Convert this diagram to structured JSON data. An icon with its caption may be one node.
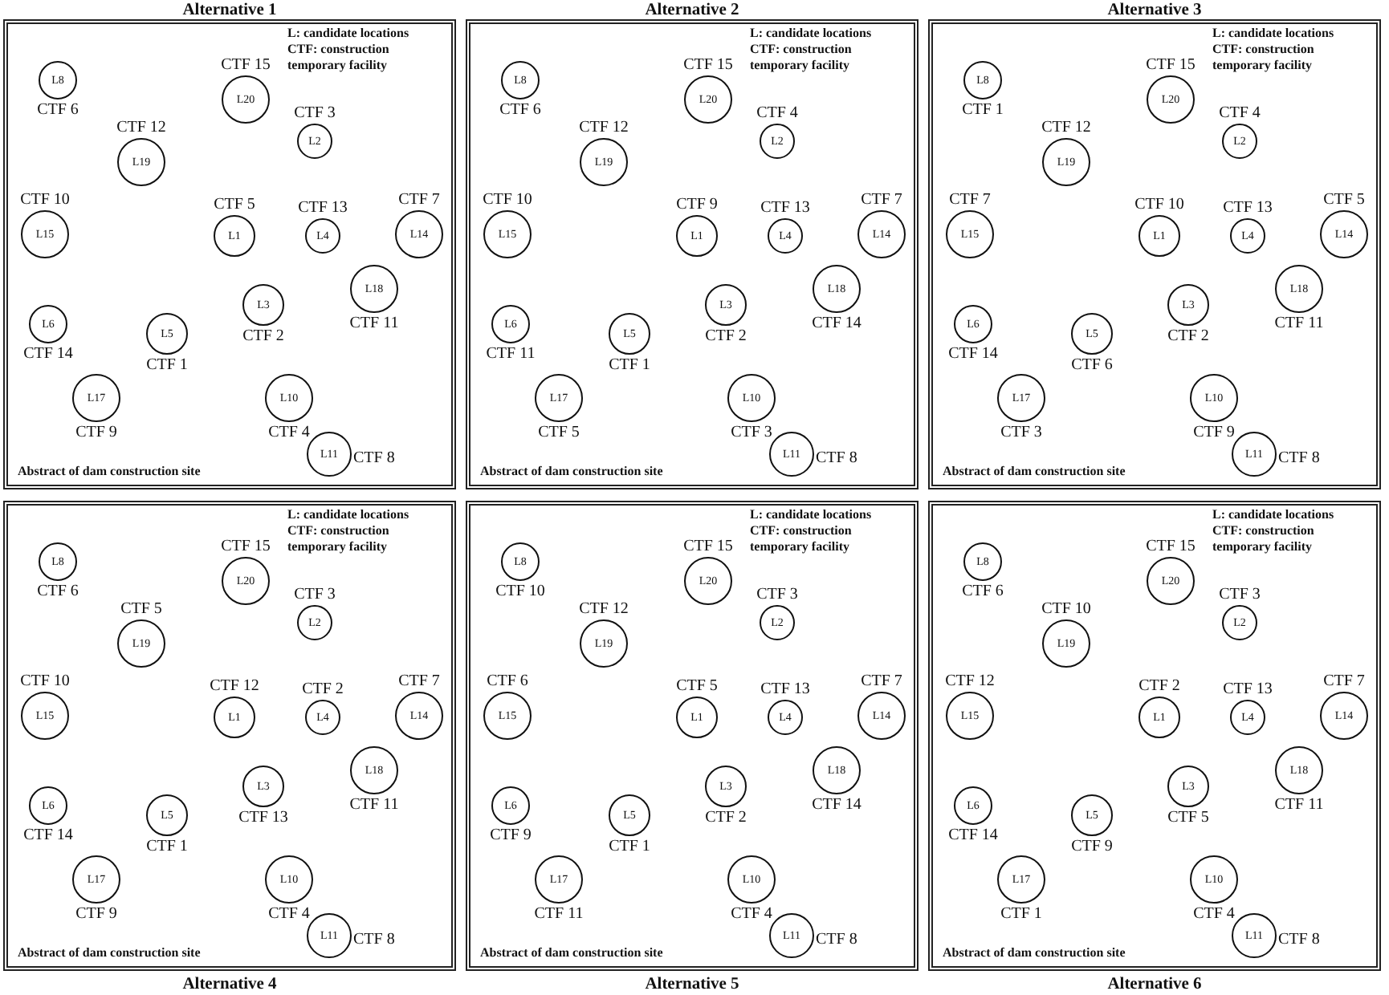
{
  "diagram": {
    "nodes": [
      {
        "text": [
          "Alternative 1",
          "L: candidate locations",
          "CTF: construction temporary facility",
          "Abstract of dam construction site"
        ]
      },
      {
        "text": [
          "L8"
        ],
        "beside": [
          "CTF 6"
        ],
        "in": 0
      },
      {
        "text": [
          "L20"
        ],
        "beside": [
          "CTF 15"
        ],
        "in": 0
      },
      {
        "text": [
          "L2"
        ],
        "beside": [
          "CTF 3"
        ],
        "in": 0
      },
      {
        "text": [
          "L19"
        ],
        "beside": [
          "CTF 12"
        ],
        "in": 0
      },
      {
        "text": [
          "L15"
        ],
        "beside": [
          "CTF 10"
        ],
        "in": 0
      },
      {
        "text": [
          "L1"
        ],
        "beside": [
          "CTF 5"
        ],
        "in": 0
      },
      {
        "text": [
          "L4"
        ],
        "beside": [
          "CTF 13"
        ],
        "in": 0
      },
      {
        "text": [
          "L14"
        ],
        "beside": [
          "CTF 7"
        ],
        "in": 0
      },
      {
        "text": [
          "L18"
        ],
        "beside": [
          "CTF 11"
        ],
        "in": 0
      },
      {
        "text": [
          "L3"
        ],
        "beside": [
          "CTF 2"
        ],
        "in": 0
      },
      {
        "text": [
          "L6"
        ],
        "beside": [
          "CTF 14"
        ],
        "in": 0
      },
      {
        "text": [
          "L5"
        ],
        "beside": [
          "CTF 1"
        ],
        "in": 0
      },
      {
        "text": [
          "L17"
        ],
        "beside": [
          "CTF 9"
        ],
        "in": 0
      },
      {
        "text": [
          "L10"
        ],
        "beside": [
          "CTF 4"
        ],
        "in": 0
      },
      {
        "text": [
          "L11"
        ],
        "beside": [
          "CTF 8"
        ],
        "in": 0
      },
      {
        "text": [
          "Alternative 2",
          "L: candidate locations",
          "CTF: construction temporary facility",
          "Abstract of dam construction site"
        ]
      },
      {
        "text": [
          "L8"
        ],
        "beside": [
          "CTF 6"
        ],
        "in": 16
      },
      {
        "text": [
          "L20"
        ],
        "beside": [
          "CTF 15"
        ],
        "in": 16
      },
      {
        "text": [
          "L2"
        ],
        "beside": [
          "CTF 4"
        ],
        "in": 16
      },
      {
        "text": [
          "L19"
        ],
        "beside": [
          "CTF 12"
        ],
        "in": 16
      },
      {
        "text": [
          "L15"
        ],
        "beside": [
          "CTF 10"
        ],
        "in": 16
      },
      {
        "text": [
          "L1"
        ],
        "beside": [
          "CTF 9"
        ],
        "in": 16
      },
      {
        "text": [
          "L4"
        ],
        "beside": [
          "CTF 13"
        ],
        "in": 16
      },
      {
        "text": [
          "L14"
        ],
        "beside": [
          "CTF 7"
        ],
        "in": 16
      },
      {
        "text": [
          "L18"
        ],
        "beside": [
          "CTF 14"
        ],
        "in": 16
      },
      {
        "text": [
          "L3"
        ],
        "beside": [
          "CTF 2"
        ],
        "in": 16
      },
      {
        "text": [
          "L6"
        ],
        "beside": [
          "CTF 11"
        ],
        "in": 16
      },
      {
        "text": [
          "L5"
        ],
        "beside": [
          "CTF 1"
        ],
        "in": 16
      },
      {
        "text": [
          "L17"
        ],
        "beside": [
          "CTF 5"
        ],
        "in": 16
      },
      {
        "text": [
          "L10"
        ],
        "beside": [
          "CTF 3"
        ],
        "in": 16
      },
      {
        "text": [
          "L11"
        ],
        "beside": [
          "CTF 8"
        ],
        "in": 16
      },
      {
        "text": [
          "Alternative 3",
          "L: candidate locations",
          "CTF: construction temporary facility",
          "Abstract of dam construction site"
        ]
      },
      {
        "text": [
          "L8"
        ],
        "beside": [
          "CTF 1"
        ],
        "in": 32
      },
      {
        "text": [
          "L20"
        ],
        "beside": [
          "CTF 15"
        ],
        "in": 32
      },
      {
        "text": [
          "L2"
        ],
        "beside": [
          "CTF 4"
        ],
        "in": 32
      },
      {
        "text": [
          "L19"
        ],
        "beside": [
          "CTF 12"
        ],
        "in": 32
      },
      {
        "text": [
          "L15"
        ],
        "beside": [
          "CTF 7"
        ],
        "in": 32
      },
      {
        "text": [
          "L1"
        ],
        "beside": [
          "CTF 10"
        ],
        "in": 32
      },
      {
        "text": [
          "L4"
        ],
        "beside": [
          "CTF 13"
        ],
        "in": 32
      },
      {
        "text": [
          "L14"
        ],
        "beside": [
          "CTF 5"
        ],
        "in": 32
      },
      {
        "text": [
          "L18"
        ],
        "beside": [
          "CTF 11"
        ],
        "in": 32
      },
      {
        "text": [
          "L3"
        ],
        "beside": [
          "CTF 2"
        ],
        "in": 32
      },
      {
        "text": [
          "L6"
        ],
        "beside": [
          "CTF 14"
        ],
        "in": 32
      },
      {
        "text": [
          "L5"
        ],
        "beside": [
          "CTF 6"
        ],
        "in": 32
      },
      {
        "text": [
          "L17"
        ],
        "beside": [
          "CTF 3"
        ],
        "in": 32
      },
      {
        "text": [
          "L10"
        ],
        "beside": [
          "CTF 9"
        ],
        "in": 32
      },
      {
        "text": [
          "L11"
        ],
        "beside": [
          "CTF 8"
        ],
        "in": 32
      },
      {
        "text": [
          "Alternative 4",
          "L: candidate locations",
          "CTF: construction temporary facility",
          "Abstract of dam construction site"
        ]
      },
      {
        "text": [
          "L8"
        ],
        "beside": [
          "CTF 6"
        ],
        "in": 48
      },
      {
        "text": [
          "L20"
        ],
        "beside": [
          "CTF 15"
        ],
        "in": 48
      },
      {
        "text": [
          "L2"
        ],
        "beside": [
          "CTF 3"
        ],
        "in": 48
      },
      {
        "text": [
          "L19"
        ],
        "beside": [
          "CTF 5"
        ],
        "in": 48
      },
      {
        "text": [
          "L15"
        ],
        "beside": [
          "CTF 10"
        ],
        "in": 48
      },
      {
        "text": [
          "L1"
        ],
        "beside": [
          "CTF 12"
        ],
        "in": 48
      },
      {
        "text": [
          "L4"
        ],
        "beside": [
          "CTF 2"
        ],
        "in": 48
      },
      {
        "text": [
          "L14"
        ],
        "beside": [
          "CTF 7"
        ],
        "in": 48
      },
      {
        "text": [
          "L18"
        ],
        "beside": [
          "CTF 11"
        ],
        "in": 48
      },
      {
        "text": [
          "L3"
        ],
        "beside": [
          "CTF 13"
        ],
        "in": 48
      },
      {
        "text": [
          "L6"
        ],
        "beside": [
          "CTF 14"
        ],
        "in": 48
      },
      {
        "text": [
          "L5"
        ],
        "beside": [
          "CTF 1"
        ],
        "in": 48
      },
      {
        "text": [
          "L17"
        ],
        "beside": [
          "CTF 9"
        ],
        "in": 48
      },
      {
        "text": [
          "L10"
        ],
        "beside": [
          "CTF 4"
        ],
        "in": 48
      },
      {
        "text": [
          "L11"
        ],
        "beside": [
          "CTF 8"
        ],
        "in": 48
      },
      {
        "text": [
          "Alternative 5",
          "L: candidate locations",
          "CTF: construction temporary facility",
          "Abstract of dam construction site"
        ]
      },
      {
        "text": [
          "L8"
        ],
        "beside": [
          "CTF 10"
        ],
        "in": 64
      },
      {
        "text": [
          "L20"
        ],
        "beside": [
          "CTF 15"
        ],
        "in": 64
      },
      {
        "text": [
          "L2"
        ],
        "beside": [
          "CTF 3"
        ],
        "in": 64
      },
      {
        "text": [
          "L19"
        ],
        "beside": [
          "CTF 12"
        ],
        "in": 64
      },
      {
        "text": [
          "L15"
        ],
        "beside": [
          "CTF 6"
        ],
        "in": 64
      },
      {
        "text": [
          "L1"
        ],
        "beside": [
          "CTF 5"
        ],
        "in": 64
      },
      {
        "text": [
          "L4"
        ],
        "beside": [
          "CTF 13"
        ],
        "in": 64
      },
      {
        "text": [
          "L14"
        ],
        "beside": [
          "CTF 7"
        ],
        "in": 64
      },
      {
        "text": [
          "L18"
        ],
        "beside": [
          "CTF 14"
        ],
        "in": 64
      },
      {
        "text": [
          "L3"
        ],
        "beside": [
          "CTF 2"
        ],
        "in": 64
      },
      {
        "text": [
          "L6"
        ],
        "beside": [
          "CTF 9"
        ],
        "in": 64
      },
      {
        "text": [
          "L5"
        ],
        "beside": [
          "CTF 1"
        ],
        "in": 64
      },
      {
        "text": [
          "L17"
        ],
        "beside": [
          "CTF 11"
        ],
        "in": 64
      },
      {
        "text": [
          "L10"
        ],
        "beside": [
          "CTF 4"
        ],
        "in": 64
      },
      {
        "text": [
          "L11"
        ],
        "beside": [
          "CTF 8"
        ],
        "in": 64
      },
      {
        "text": [
          "Alternative 6",
          "L: candidate locations",
          "CTF: construction temporary facility",
          "Abstract of dam construction site"
        ]
      },
      {
        "text": [
          "L8"
        ],
        "beside": [
          "CTF 6"
        ],
        "in": 80
      },
      {
        "text": [
          "L20"
        ],
        "beside": [
          "CTF 15"
        ],
        "in": 80
      },
      {
        "text": [
          "L2"
        ],
        "beside": [
          "CTF 3"
        ],
        "in": 80
      },
      {
        "text": [
          "L19"
        ],
        "beside": [
          "CTF 10"
        ],
        "in": 80
      },
      {
        "text": [
          "L15"
        ],
        "beside": [
          "CTF 12"
        ],
        "in": 80
      },
      {
        "text": [
          "L1"
        ],
        "beside": [
          "CTF 2"
        ],
        "in": 80
      },
      {
        "text": [
          "L4"
        ],
        "beside": [
          "CTF 13"
        ],
        "in": 80
      },
      {
        "text": [
          "L14"
        ],
        "beside": [
          "CTF 7"
        ],
        "in": 80
      },
      {
        "text": [
          "L18"
        ],
        "beside": [
          "CTF 11"
        ],
        "in": 80
      },
      {
        "text": [
          "L3"
        ],
        "beside": [
          "CTF 5"
        ],
        "in": 80
      },
      {
        "text": [
          "L6"
        ],
        "beside": [
          "CTF 14"
        ],
        "in": 80
      },
      {
        "text": [
          "L5"
        ],
        "beside": [
          "CTF 9"
        ],
        "in": 80
      },
      {
        "text": [
          "L17"
        ],
        "beside": [
          "CTF 1"
        ],
        "in": 80
      },
      {
        "text": [
          "L10"
        ],
        "beside": [
          "CTF 4"
        ],
        "in": 80
      },
      {
        "text": [
          "L11"
        ],
        "beside": [
          "CTF 8"
        ],
        "in": 80
      }
    ]
  }
}
